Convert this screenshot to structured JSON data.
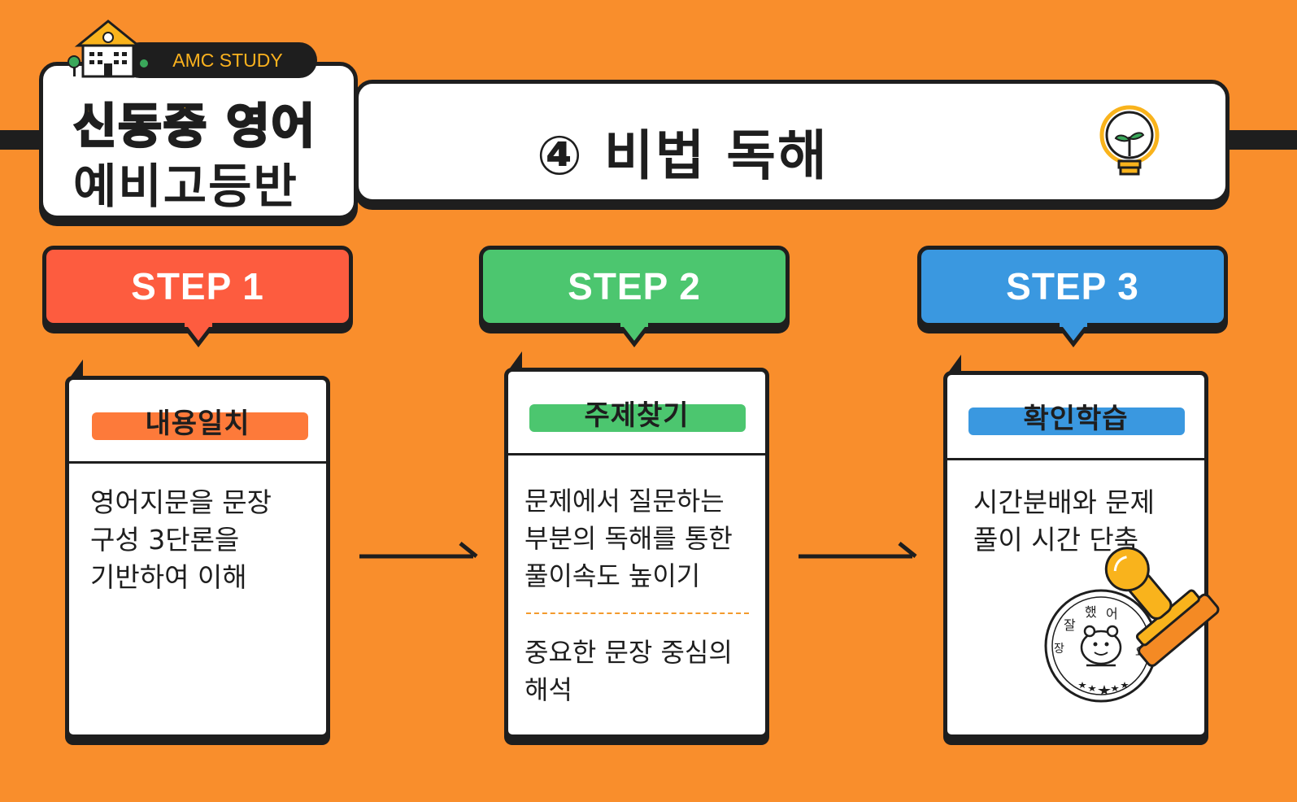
{
  "header": {
    "brand_pill": "AMC STUDY",
    "logo_line1": "신동중 영어",
    "logo_line2": "예비고등반",
    "title": "④ 비법 독해"
  },
  "steps": [
    {
      "label": "STEP 1",
      "color": "#fd5c3f",
      "card_title": "내용일치",
      "highlight": "#fd7a3a",
      "text": "영어지문을 문장\n구성 3단론을\n기반하여 이해"
    },
    {
      "label": "STEP 2",
      "color": "#4cc66f",
      "card_title": "주제찾기",
      "highlight": "#4cc66f",
      "text": "문제에서 질문하는\n부분의 독해를 통한\n풀이속도 높이기",
      "text2": "중요한 문장 중심의\n해석"
    },
    {
      "label": "STEP 3",
      "color": "#3a98e0",
      "card_title": "확인학습",
      "highlight": "#3a98e0",
      "text": "시간분배와 문제\n풀이 시간 단축"
    }
  ],
  "stamp": {
    "text_left": "잘",
    "text_top": "했",
    "text_right": "어",
    "text_bottom_left": "장",
    "text_bottom_right": "요"
  },
  "icons": [
    "school-building-icon",
    "lightbulb-sprout-icon",
    "right-arrow-icon",
    "stamp-icon"
  ]
}
